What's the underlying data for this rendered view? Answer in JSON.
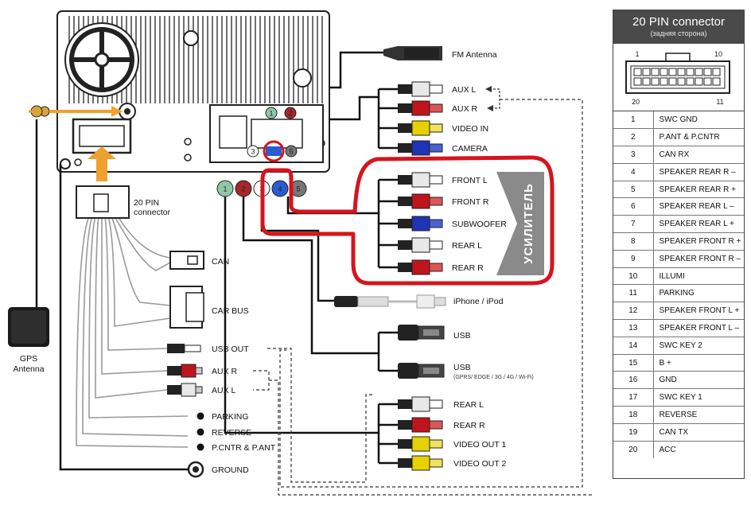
{
  "head_unit": {
    "pin_badges": [
      "1",
      "2",
      "3",
      "4",
      "5"
    ],
    "connector_label": [
      "20 PIN",
      "connector"
    ]
  },
  "labels": {
    "fm_antenna": "FM Antenna",
    "aux_l_in": "AUX L",
    "aux_r_in": "AUX R",
    "video_in": "VIDEO IN",
    "camera": "CAMERA",
    "front_l": "FRONT L",
    "front_r": "FRONT R",
    "subwoofer": "SUBWOOFER",
    "rear_l": "REAR L",
    "rear_r": "REAR R",
    "amplifier": "УСИЛИТЕЛЬ",
    "iphone": "iPhone / iPod",
    "usb1": "USB",
    "usb2": "USB",
    "usb2_note": "(GPRS/ EDGE / 3G / 4G / Wi-Fi)",
    "rear_l_out": "REAR L",
    "rear_r_out": "REAR R",
    "video_out1": "VIDEO OUT 1",
    "video_out2": "VIDEO OUT 2",
    "can": "CAN",
    "car_bus": "CAR BUS",
    "usb_out": "USB OUT",
    "aux_r_out": "AUX R",
    "aux_l_out": "AUX L",
    "parking": "PARKING",
    "reverse": "REVERSE",
    "pcntr_pant": "P.CNTR & P.ANT",
    "ground": "GROUND",
    "gps_antenna": [
      "GPS",
      "Antenna"
    ]
  },
  "colors": {
    "rca_white": "#e8e8e8",
    "rca_red": "#c0141c",
    "rca_yellow": "#e6d200",
    "rca_blue": "#1f33b5",
    "highlight": "#d6141c",
    "arrow_orange": "#f0a030",
    "amp_bg": "#8a8a8a",
    "badge_green": "#8fc7a8",
    "badge_red": "#a6262c",
    "badge_blue": "#2a5bd0",
    "badge_gray": "#777777"
  },
  "pin_connector": {
    "title": "20 PIN connector",
    "subtitle": "(задняя сторона)",
    "corner_labels": {
      "top_left": "1",
      "top_right": "10",
      "bottom_left": "20",
      "bottom_right": "11"
    },
    "pins": [
      {
        "num": "1",
        "fn": "SWC GND"
      },
      {
        "num": "2",
        "fn": "P.ANT & P.CNTR"
      },
      {
        "num": "3",
        "fn": "CAN RX"
      },
      {
        "num": "4",
        "fn": "SPEAKER REAR R –"
      },
      {
        "num": "5",
        "fn": "SPEAKER REAR R +"
      },
      {
        "num": "6",
        "fn": "SPEAKER REAR L –"
      },
      {
        "num": "7",
        "fn": "SPEAKER REAR L +"
      },
      {
        "num": "8",
        "fn": "SPEAKER FRONT R +"
      },
      {
        "num": "9",
        "fn": "SPEAKER FRONT R –"
      },
      {
        "num": "10",
        "fn": "ILLUMI"
      },
      {
        "num": "11",
        "fn": "PARKING"
      },
      {
        "num": "12",
        "fn": "SPEAKER FRONT L +"
      },
      {
        "num": "13",
        "fn": "SPEAKER FRONT L –"
      },
      {
        "num": "14",
        "fn": "SWC KEY 2"
      },
      {
        "num": "15",
        "fn": "B +"
      },
      {
        "num": "16",
        "fn": "GND"
      },
      {
        "num": "17",
        "fn": "SWC KEY 1"
      },
      {
        "num": "18",
        "fn": "REVERSE"
      },
      {
        "num": "19",
        "fn": "CAN TX"
      },
      {
        "num": "20",
        "fn": "ACC"
      }
    ]
  }
}
